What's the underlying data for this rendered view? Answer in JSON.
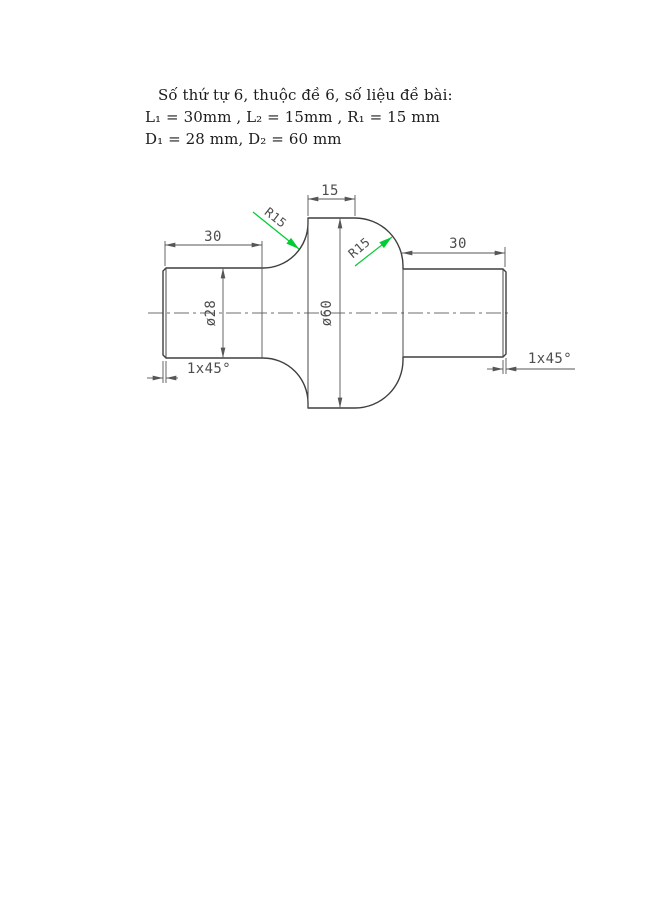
{
  "problem": {
    "line1": "Số thứ tự 6, thuộc đề 6, số liệu đề bài:",
    "line2": "L₁ = 30mm , L₂ = 15mm , R₁ = 15 mm",
    "line3": "D₁ = 28 mm, D₂ = 60 mm"
  },
  "drawing": {
    "labels": {
      "top_width": "15",
      "left_length": "30",
      "right_length": "30",
      "left_diameter": "ø28",
      "center_diameter": "ø60",
      "fillet_left": "R15",
      "fillet_right": "R15",
      "chamfer_left": "1x45°",
      "chamfer_right": "1x45°"
    },
    "colors": {
      "outline": "#3f3f3f",
      "edge": "#4a4a4a",
      "centerline": "#6e6e6e",
      "dimension": "#565656",
      "dim_text": "#4d4d4d",
      "leader": "#00cc33"
    }
  }
}
